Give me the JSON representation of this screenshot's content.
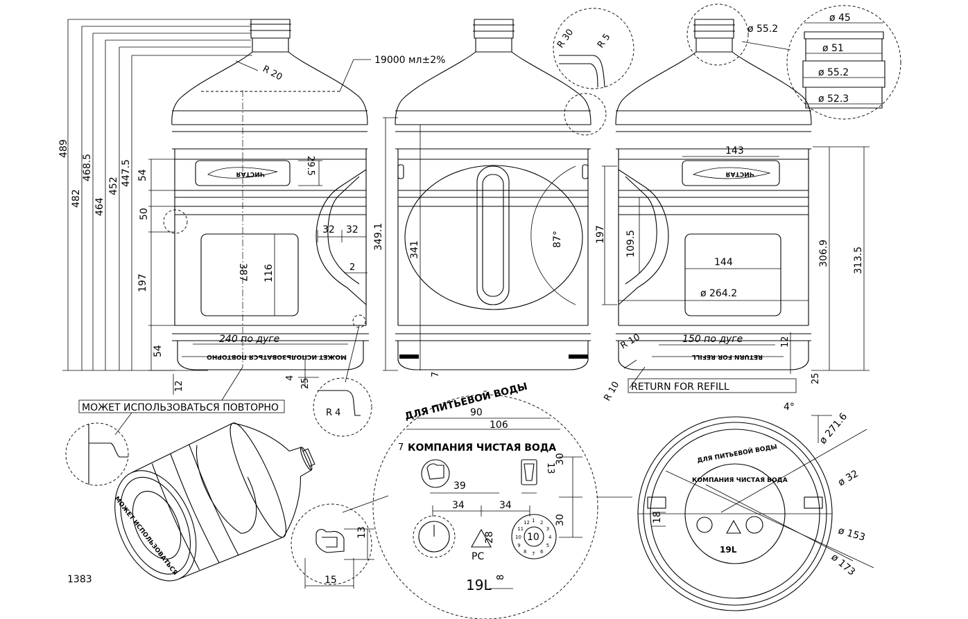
{
  "drawing_number": "1383",
  "volume_note": "19000 мл±2%",
  "text_reuse": "МОЖЕТ ИСПОЛЬЗОВАТЬСЯ ПОВТОРНО",
  "text_refill": "RETURN FOR REFILL",
  "text_drinking": "ДЛЯ ПИТЬЕВОЙ ВОДЫ",
  "text_company": "КОМПАНИЯ ЧИСТАЯ ВОДА",
  "text_volume": "19L",
  "text_volume_small": "19L",
  "text_pc": "PC",
  "text_28": "28",
  "text_10": "10",
  "front_view": {
    "d489": "489",
    "d482": "482",
    "d468_5": "468.5",
    "d464": "464",
    "d452": "452",
    "d447_5": "447.5",
    "d54_top": "54",
    "d50": "50",
    "d197": "197",
    "d54_bot": "54",
    "r20": "R 20",
    "d29_5": "29.5",
    "d387": "387",
    "d116": "116",
    "d32a": "32",
    "d32b": "32",
    "d2": "2",
    "d240": "240 по дуге",
    "d12": "12",
    "d4": "4",
    "d25": "25",
    "r4": "R 4"
  },
  "side_view": {
    "d349_1": "349.1",
    "d341": "341",
    "d87": "87°"
  },
  "detail_radius": {
    "r30": "R 30",
    "r5": "R 5"
  },
  "back_view": {
    "d143": "143",
    "d197": "197",
    "d109_5": "109.5",
    "d144": "144",
    "d264_2": "ø 264.2",
    "d306_9": "306.9",
    "d313_5": "313.5",
    "d150": "150 по дуге",
    "d12": "12",
    "d25": "25",
    "r10a": "R 10",
    "r10b": "R 10"
  },
  "neck_detail": {
    "d55_2_out": "ø 55.2",
    "d45": "ø 45",
    "d51": "ø 51",
    "d55_2": "ø 55.2",
    "d52_3": "ø 52.3"
  },
  "bottom_detail": {
    "d7a": "7",
    "d90": "90",
    "d106": "106",
    "d7b": "7",
    "d39": "39",
    "d30a": "30",
    "d13a": "13",
    "d34a": "34",
    "d34b": "34",
    "d30b": "30",
    "d8": "8"
  },
  "logo_detail": {
    "d13": "13",
    "d15": "15"
  },
  "bottom_view": {
    "d4": "4°",
    "d271_6": "ø 271.6",
    "d32": "ø 32",
    "d18": "18",
    "d153": "ø 153",
    "d173": "ø 173"
  },
  "date_wheel_numbers": [
    "1",
    "2",
    "3",
    "4",
    "5",
    "6",
    "7",
    "8",
    "9",
    "10",
    "11",
    "12"
  ]
}
